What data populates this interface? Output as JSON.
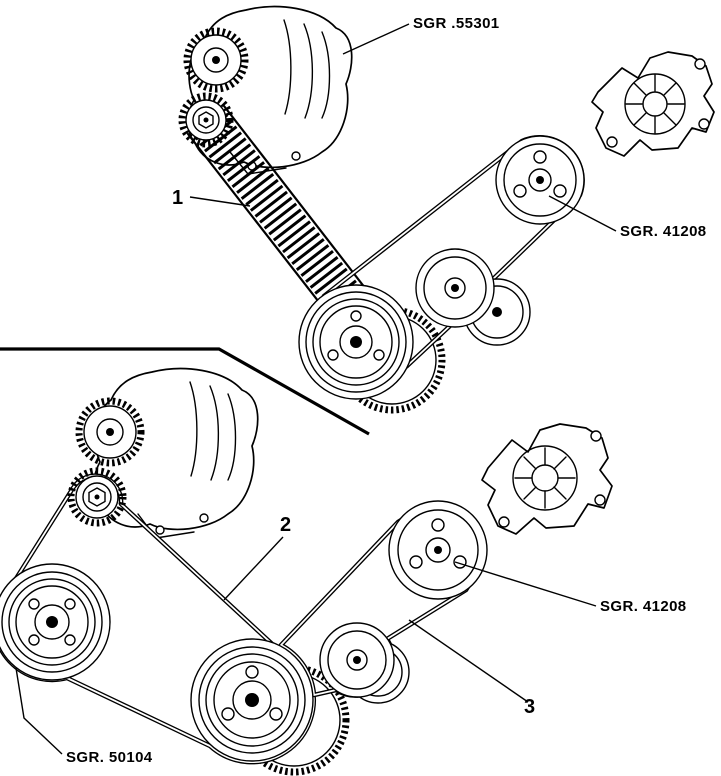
{
  "figure": {
    "background_color": "#ffffff",
    "line_color": "#000000",
    "sections": {
      "top": {
        "callouts": [
          {
            "label": "SGR .55301"
          },
          {
            "label": "1"
          },
          {
            "label": "SGR. 41208"
          }
        ]
      },
      "bottom": {
        "callouts": [
          {
            "label": "2"
          },
          {
            "label": "SGR. 41208"
          },
          {
            "label": "3"
          },
          {
            "label": "SGR. 50104"
          }
        ]
      }
    }
  }
}
